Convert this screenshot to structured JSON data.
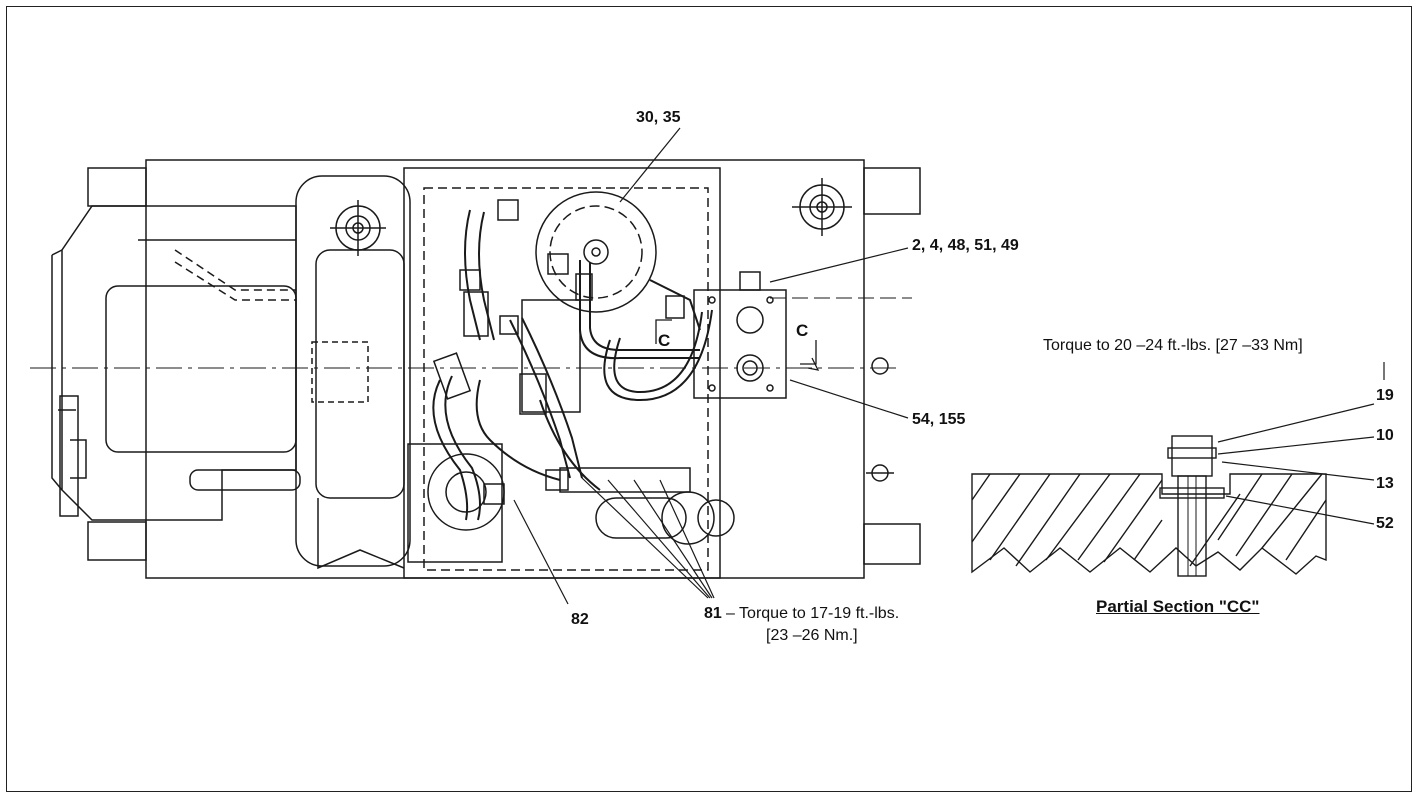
{
  "callouts": {
    "c_30_35": "30, 35",
    "c_2_4_48_51_49": "2, 4, 48, 51, 49",
    "c_54_155": "54, 155",
    "c_82": "82",
    "c_81": "81",
    "c_19": "19",
    "c_10": "10",
    "c_13": "13",
    "c_52": "52"
  },
  "notes": {
    "torque_81_line1": "– Torque to 17-19 ft.-lbs.",
    "torque_81_line2": "[23 –26 Nm.]",
    "torque_19": "Torque to 20 –24 ft.-lbs. [27 –33 Nm]"
  },
  "section_markers": {
    "left": "C",
    "right": "C"
  },
  "section_title": "Partial Section \"CC\""
}
